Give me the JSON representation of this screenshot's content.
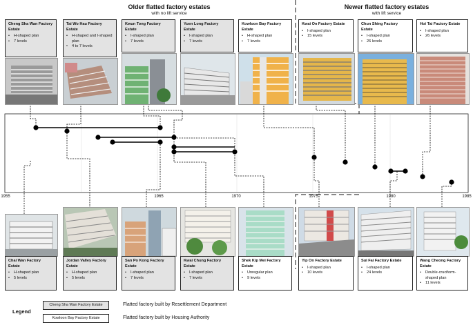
{
  "groups": {
    "older": {
      "title": "Older flatted factory estates",
      "subtitle": "with no lift service"
    },
    "newer": {
      "title": "Newer flatted factory estates",
      "subtitle": "with lift service"
    }
  },
  "axis": {
    "ticks": [
      "1955",
      "1965",
      "1970",
      "1975",
      "1980",
      "1985"
    ]
  },
  "top_cards": [
    {
      "name": "Cheng Sha Wan Factory Estate",
      "type": "rd",
      "lines": [
        "H-shaped plan",
        "7 levels"
      ]
    },
    {
      "name": "Tai Wo Hau Factory Estate",
      "type": "rd",
      "lines": [
        "H-shaped and I-shaped plan",
        "4 to 7 levels"
      ]
    },
    {
      "name": "Kwun Tong Factory Estate",
      "type": "rd",
      "lines": [
        "I-shaped plan",
        "7 levels"
      ]
    },
    {
      "name": "Yuen Long Factory Estate",
      "type": "rd",
      "lines": [
        "I-shaped plan",
        "7 levels"
      ]
    },
    {
      "name": "Kowloon Bay Factory Estate",
      "type": "ha",
      "lines": [
        "H-shaped plan",
        "7 levels"
      ]
    },
    {
      "name": "Kwai On Factory Estate",
      "type": "ha",
      "lines": [
        "I-shaped plan",
        "15 levels"
      ]
    },
    {
      "name": "Chun Shing Factory Estate",
      "type": "ha",
      "lines": [
        "I-shaped plan",
        "26 levels"
      ]
    },
    {
      "name": "Hoi Tai Factory Estate",
      "type": "ha",
      "lines": [
        "I-shaped plan",
        "26 levels"
      ]
    }
  ],
  "bottom_cards": [
    {
      "name": "Chai Wan Factory Estate",
      "type": "rd",
      "lines": [
        "H-shaped plan",
        "5 levels"
      ]
    },
    {
      "name": "Jordan Valley Factory Estate",
      "type": "rd",
      "lines": [
        "H-shaped plan",
        "5 levels"
      ]
    },
    {
      "name": "San Po Kong Factory Estate",
      "type": "rd",
      "lines": [
        "I-shaped plan",
        "7 levels"
      ]
    },
    {
      "name": "Kwai Chung Factory Estate",
      "type": "rd",
      "lines": [
        "I-shaped plan",
        "7 levels"
      ]
    },
    {
      "name": "Shek Kip Mei Factory Estate",
      "type": "ha",
      "lines": [
        "Unregular plan",
        "9 levels"
      ]
    },
    {
      "name": "Yip On Factory Estate",
      "type": "ha",
      "lines": [
        "I-shaped plan",
        "10 levels"
      ]
    },
    {
      "name": "Sui Fai Factory Estate",
      "type": "ha",
      "lines": [
        "I-shaped plan",
        "24 levels"
      ]
    },
    {
      "name": "Wang Cheong Factory Estate",
      "type": "ha",
      "lines": [
        "Double-cruciform-shaped plan",
        "11 levels"
      ]
    }
  ],
  "legend": {
    "title": "Legend",
    "rd_box": "Cheng Sha Wan Factory Estate",
    "rd_text": "Flatted factory built by Resettlement Department",
    "ha_box": "Kowloon Bay Factory Estate",
    "ha_text": "Flatted factory built by Housing Authority"
  },
  "colors": {
    "rd_fill": "#e3e3e3",
    "ha_fill": "#ffffff",
    "line": "#000000",
    "divider": "#888888"
  }
}
